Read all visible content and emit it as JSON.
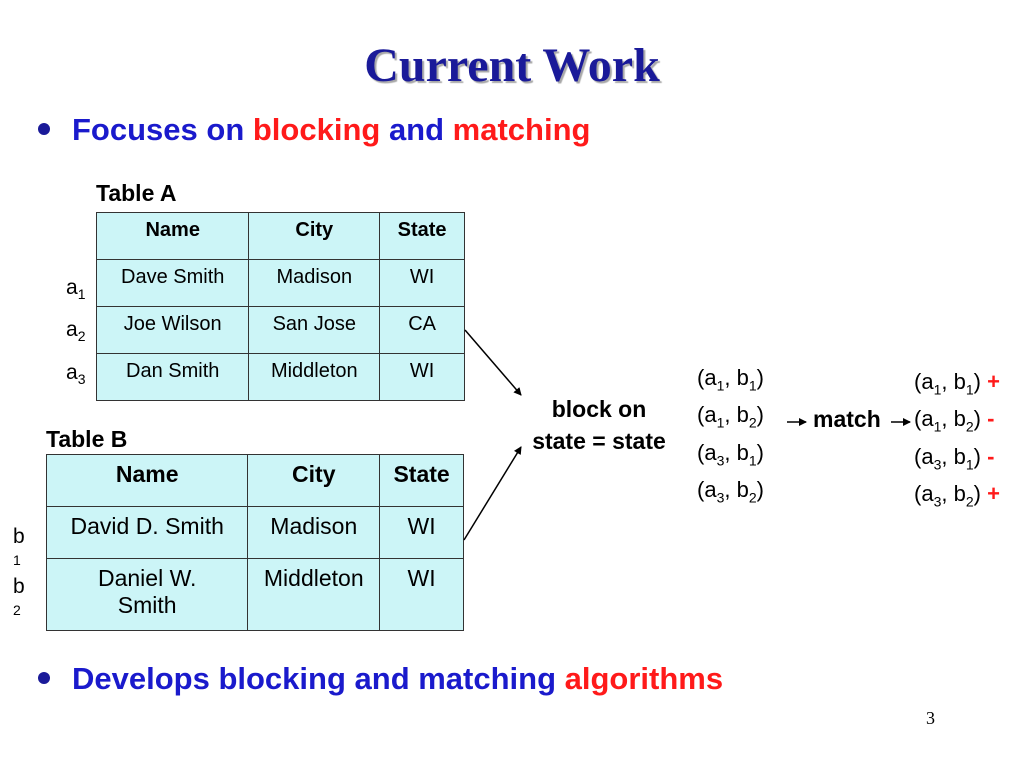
{
  "slide": {
    "title": "Current Work",
    "page_number": "3"
  },
  "bullets": [
    {
      "parts": [
        {
          "text": "Focuses on ",
          "color": "blue"
        },
        {
          "text": "blocking",
          "color": "red"
        },
        {
          "text": " and ",
          "color": "blue"
        },
        {
          "text": "matching",
          "color": "red"
        }
      ]
    },
    {
      "parts": [
        {
          "text": "Develops blocking and matching ",
          "color": "blue"
        },
        {
          "text": "algorithms",
          "color": "red"
        }
      ]
    }
  ],
  "table_a": {
    "caption": "Table A",
    "headers": [
      "Name",
      "City",
      "State"
    ],
    "rows": [
      [
        "Dave Smith",
        "Madison",
        "WI"
      ],
      [
        "Joe Wilson",
        "San Jose",
        "CA"
      ],
      [
        "Dan Smith",
        "Middleton",
        "WI"
      ]
    ],
    "row_labels": [
      {
        "base": "a",
        "sub": "1"
      },
      {
        "base": "a",
        "sub": "2"
      },
      {
        "base": "a",
        "sub": "3"
      }
    ]
  },
  "table_b": {
    "caption": "Table B",
    "headers": [
      "Name",
      "City",
      "State"
    ],
    "rows": [
      [
        "David D. Smith",
        "Madison",
        "WI"
      ],
      [
        "Daniel W. Smith",
        "Middleton",
        "WI"
      ]
    ],
    "row_labels": [
      {
        "base": "b",
        "sub": "1"
      },
      {
        "base": "b",
        "sub": "2"
      }
    ]
  },
  "blocking": {
    "label_line1": "block on",
    "label_line2": "state = state"
  },
  "candidate_pairs": [
    {
      "a": "1",
      "b": "1"
    },
    {
      "a": "1",
      "b": "2"
    },
    {
      "a": "3",
      "b": "1"
    },
    {
      "a": "3",
      "b": "2"
    }
  ],
  "matching": {
    "label": "match"
  },
  "match_results": [
    {
      "a": "1",
      "b": "1",
      "sign": "+"
    },
    {
      "a": "1",
      "b": "2",
      "sign": "-"
    },
    {
      "a": "3",
      "b": "1",
      "sign": "-"
    },
    {
      "a": "3",
      "b": "2",
      "sign": "+"
    }
  ],
  "colors": {
    "title": "#1a1a99",
    "blue_text": "#1a1acc",
    "red_text": "#ff1a1a",
    "table_fill": "#ccf5f7"
  }
}
